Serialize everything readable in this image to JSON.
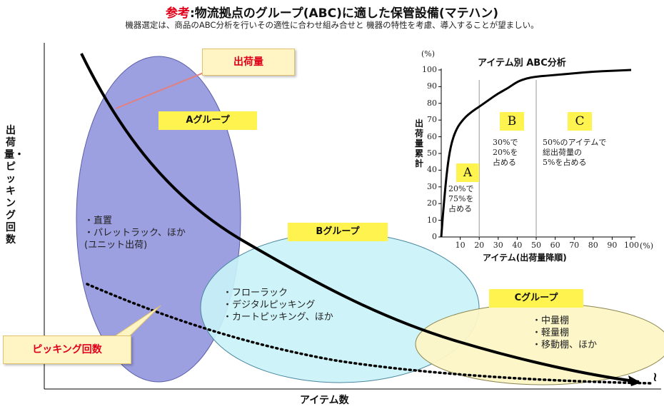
{
  "header": {
    "ref_label": "参考",
    "title": ":物流拠点のグループ(ABC)に適した保管設備(マテハン)",
    "subtitle": "機器選定は、商品のABC分析を行いその適性に合わせ組み合せと 機器の特性を考慮、導入することが望ましい。"
  },
  "main": {
    "y_axis_label": "出荷量・ピッキング回数",
    "x_axis_label": "アイテム数",
    "callout_shipment": "出荷量",
    "callout_picking": "ピッキング回数",
    "break_symbol": "≀"
  },
  "groups": [
    {
      "label": "Aグループ",
      "color": "#9c9fe0",
      "items": [
        "・直置",
        "・パレットラック、ほか",
        "(ユニット出荷)"
      ]
    },
    {
      "label": "Bグループ",
      "color": "#c9f3f8",
      "items": [
        "・フローラック",
        "・デジタルピッキング",
        "・カートピッキング、ほか"
      ]
    },
    {
      "label": "Cグループ",
      "color": "#fcf6c6",
      "items": [
        "・中量棚",
        "・軽量棚",
        "・移動棚、ほか"
      ]
    }
  ],
  "chart_data": {
    "type": "line",
    "title": "アイテム別 ABC分析",
    "xlabel": "アイテム(出荷量降順)",
    "ylabel": "出荷量累計",
    "x_unit": "(%)",
    "y_unit": "(%)",
    "xlim": [
      0,
      100
    ],
    "ylim": [
      0,
      100
    ],
    "x_ticks": [
      "10",
      "20",
      "30",
      "40",
      "50",
      "60",
      "70",
      "80",
      "90",
      "100"
    ],
    "y_ticks": [
      "0",
      "10",
      "20",
      "30",
      "40",
      "50",
      "60",
      "70",
      "80",
      "90",
      "100"
    ],
    "x": [
      0,
      1,
      3,
      5,
      8,
      12,
      16,
      20,
      25,
      30,
      35,
      40,
      45,
      50,
      60,
      70,
      80,
      90,
      100
    ],
    "y": [
      0,
      15,
      40,
      55,
      65,
      71,
      75,
      78,
      82,
      86,
      89,
      93,
      95,
      96,
      97,
      98,
      99,
      99.5,
      100
    ],
    "dividers": [
      20,
      50
    ],
    "segments": [
      {
        "letter": "A",
        "note": [
          "20%で",
          "75%を",
          "占める"
        ]
      },
      {
        "letter": "B",
        "note": [
          "30%で",
          "20%を",
          "占める"
        ]
      },
      {
        "letter": "C",
        "note": [
          "50%のアイテムで",
          "総出荷量の",
          "5%を占める"
        ]
      }
    ]
  }
}
